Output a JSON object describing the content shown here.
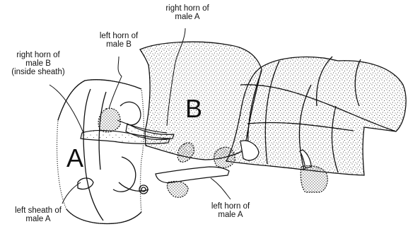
{
  "figure": {
    "big_labels": {
      "a": "A",
      "b": "B"
    },
    "callouts": {
      "right_horn_male_a": [
        "right horn of",
        "male A"
      ],
      "left_horn_male_b": [
        "left horn of",
        "male B"
      ],
      "right_horn_male_b": [
        "right horn of",
        "male B",
        "(inside sheath)"
      ],
      "left_sheath_male_a": [
        "left sheath of",
        "male A"
      ],
      "left_horn_male_a": [
        "left horn of",
        "male A"
      ]
    }
  },
  "colors": {
    "ink": "#111111",
    "paper": "#ffffff"
  }
}
